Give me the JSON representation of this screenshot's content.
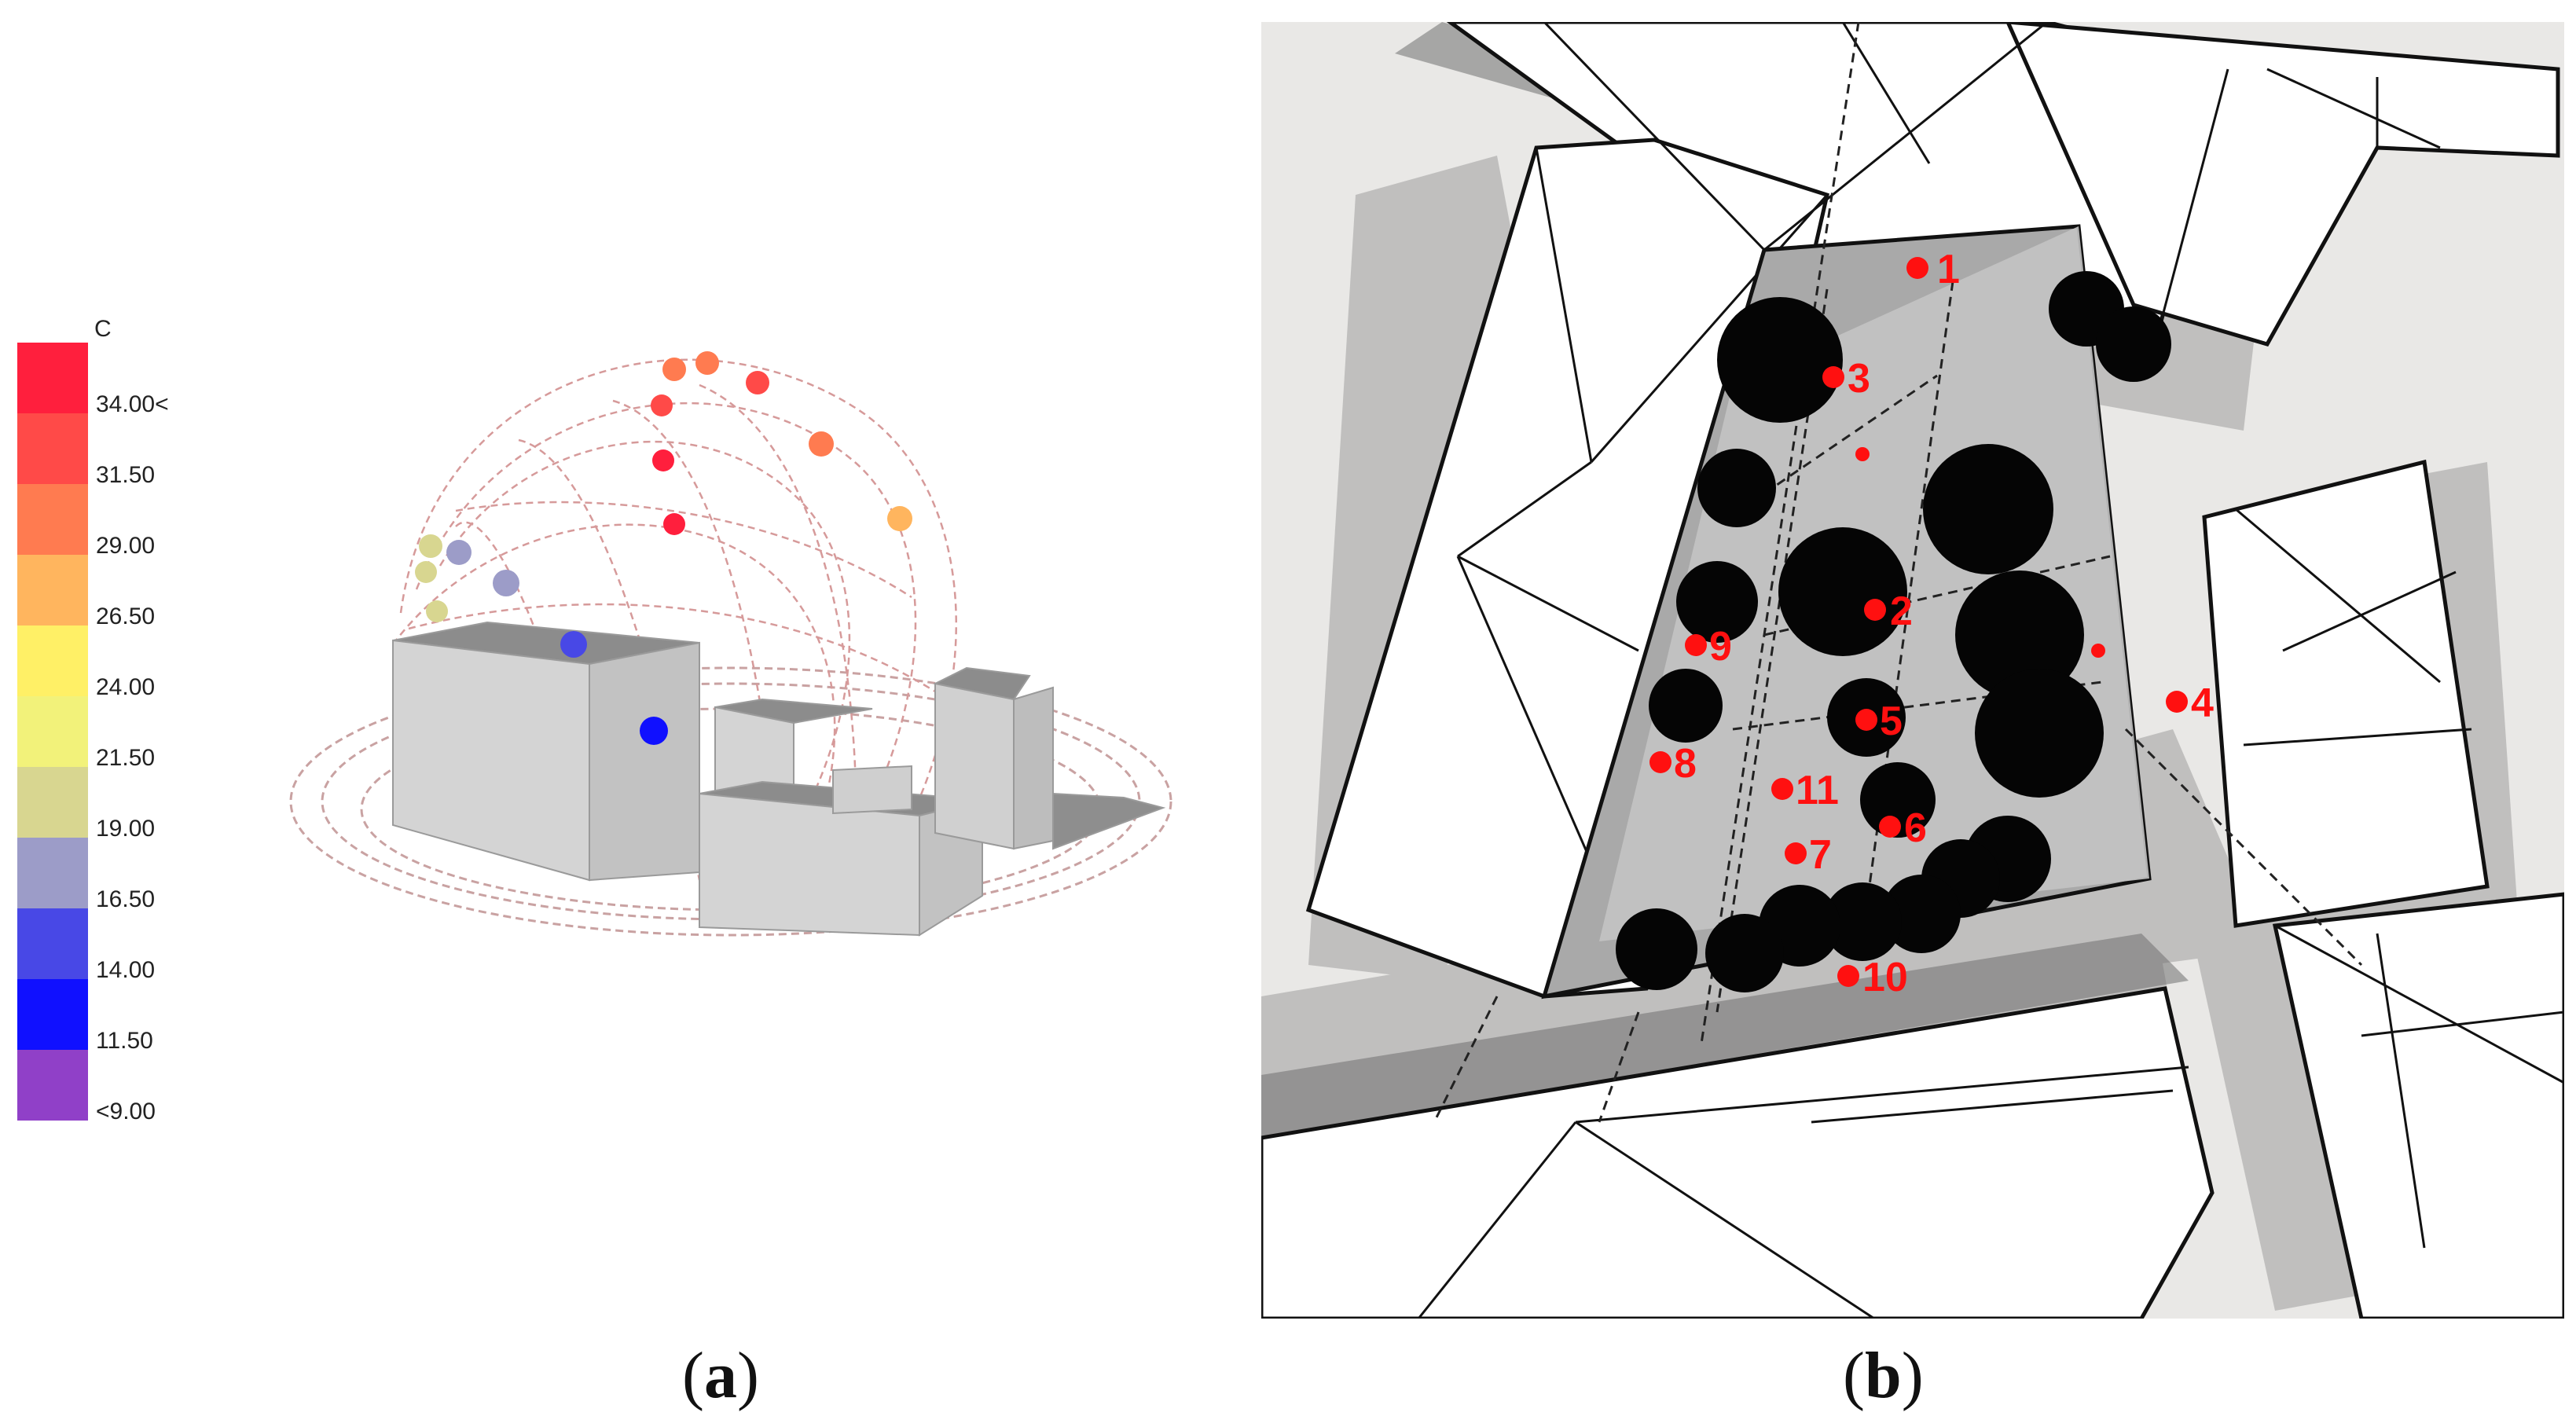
{
  "legend": {
    "unit": "C",
    "colors": [
      "#ff1f3d",
      "#ff4a48",
      "#ff7b50",
      "#ffb55e",
      "#fff066",
      "#f2f27a",
      "#d8d690",
      "#9c9cc8",
      "#4848e6",
      "#1010ff",
      "#9040c8"
    ],
    "ticks": [
      "34.00<",
      "31.50",
      "29.00",
      "26.50",
      "24.00",
      "21.50",
      "19.00",
      "16.50",
      "14.00",
      "11.50",
      "<9.00"
    ]
  },
  "points": [
    "1",
    "2",
    "3",
    "4",
    "5",
    "6",
    "7",
    "8",
    "9",
    "10",
    "11"
  ],
  "captions": {
    "a": "a",
    "b": "b"
  }
}
